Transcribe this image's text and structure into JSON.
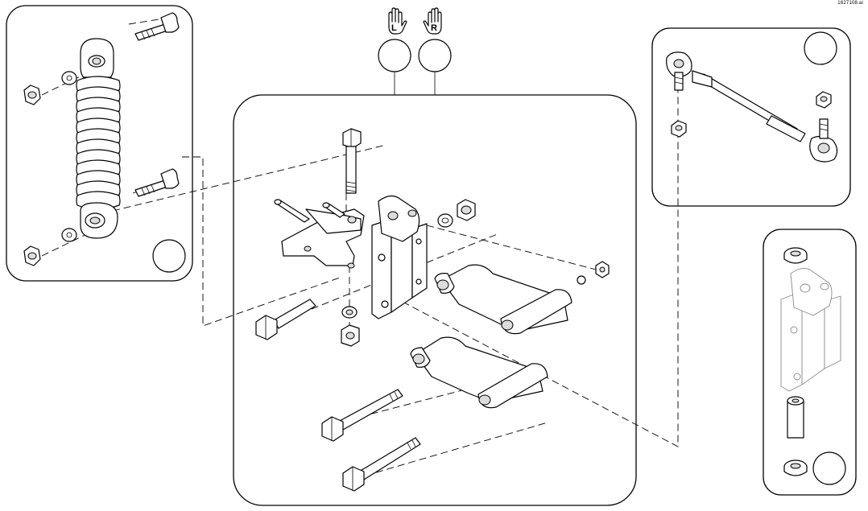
{
  "drawing": {
    "reference_code": "1627108.ai"
  },
  "orientation": {
    "left_hand_label": "L",
    "right_hand_label": "R"
  },
  "colors": {
    "line": "#000000",
    "ghost": "#8a8a8a",
    "background": "#ffffff"
  },
  "icons": [
    "left-hand-icon",
    "right-hand-icon",
    "item-number-circle"
  ]
}
